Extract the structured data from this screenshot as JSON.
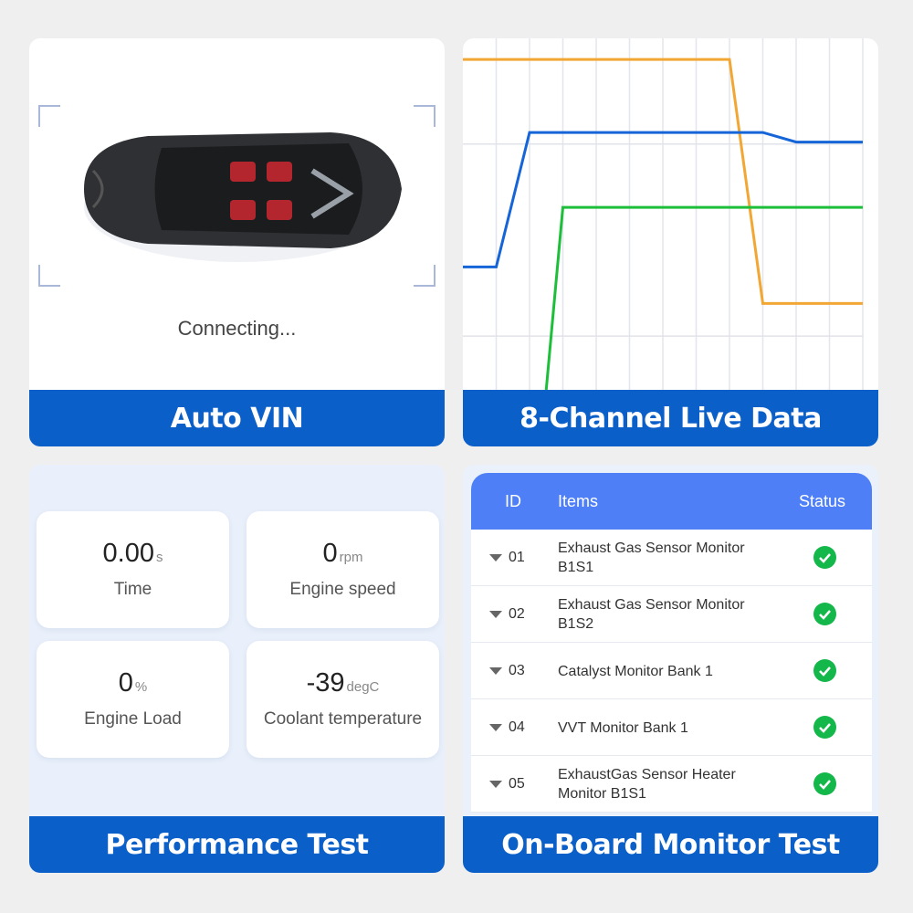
{
  "panels": {
    "auto_vin": {
      "title": "Auto VIN",
      "status": "Connecting..."
    },
    "live_data": {
      "title": "8-Channel Live Data"
    },
    "performance": {
      "title": "Performance Test",
      "stats": [
        {
          "value": "0.00",
          "unit": "s",
          "label": "Time"
        },
        {
          "value": "0",
          "unit": "rpm",
          "label": "Engine speed"
        },
        {
          "value": "0",
          "unit": "%",
          "label": "Engine Load"
        },
        {
          "value": "-39",
          "unit": "degC",
          "label": "Coolant temperature"
        }
      ]
    },
    "monitor": {
      "title": "On-Board Monitor Test",
      "columns": [
        "ID",
        "Items",
        "Status"
      ],
      "rows": [
        {
          "id": "01",
          "item": "Exhaust Gas Sensor Monitor B1S1",
          "status": "pass"
        },
        {
          "id": "02",
          "item": "Exhaust Gas Sensor Monitor B1S2",
          "status": "pass"
        },
        {
          "id": "03",
          "item": "Catalyst Monitor Bank 1",
          "status": "pass"
        },
        {
          "id": "04",
          "item": "VVT Monitor Bank 1",
          "status": "pass"
        },
        {
          "id": "05",
          "item": "ExhaustGas Sensor Heater Monitor B1S1",
          "status": "pass"
        }
      ]
    }
  },
  "colors": {
    "brand_blue": "#0b5fc8",
    "header_blue": "#4f7ff6",
    "pass_green": "#14b74a"
  },
  "chart_data": {
    "type": "line",
    "grid": true,
    "xlim": [
      0,
      12
    ],
    "ylim": [
      -0.28,
      1.55
    ],
    "series": [
      {
        "color": "#f2a735",
        "points": [
          [
            0,
            1.44
          ],
          [
            8,
            1.44
          ],
          [
            9,
            0.17
          ],
          [
            12,
            0.17
          ]
        ]
      },
      {
        "color": "#1565d8",
        "points": [
          [
            0,
            0.36
          ],
          [
            1,
            0.36
          ],
          [
            2,
            1.06
          ],
          [
            9,
            1.06
          ],
          [
            10,
            1.01
          ],
          [
            12,
            1.01
          ]
        ]
      },
      {
        "color": "#1dbf3a",
        "points": [
          [
            2.5,
            -0.28
          ],
          [
            3,
            0.67
          ],
          [
            12,
            0.67
          ]
        ]
      }
    ]
  }
}
